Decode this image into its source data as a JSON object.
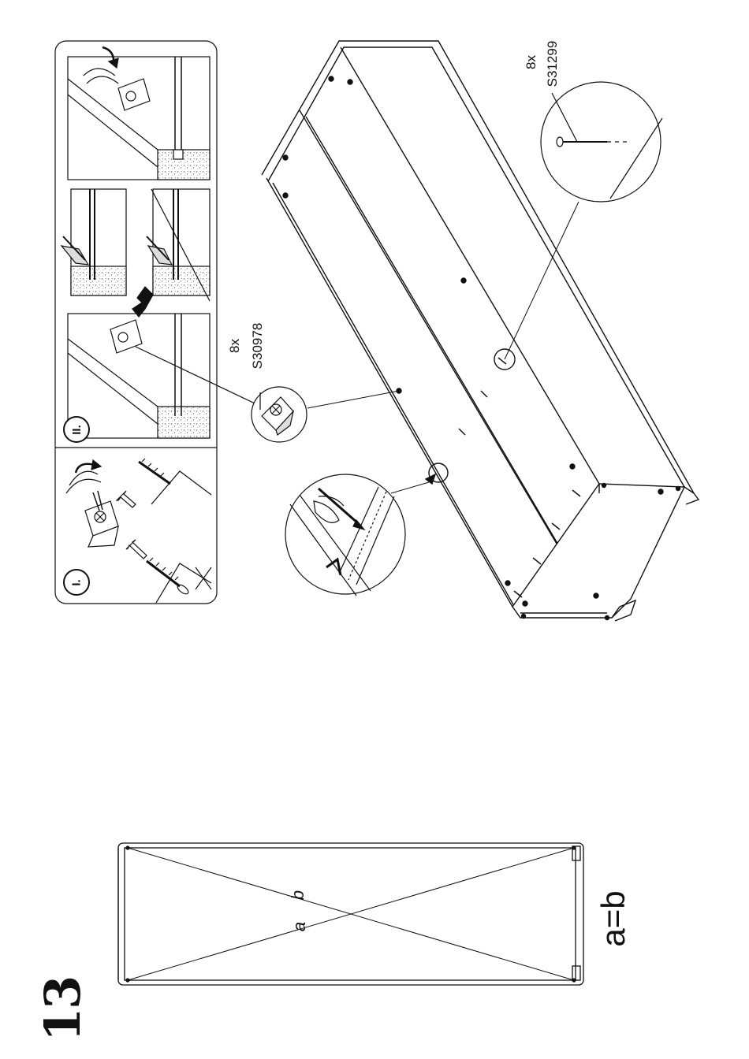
{
  "step": {
    "number": "13"
  },
  "insets": [
    {
      "label": "I."
    },
    {
      "label": "II."
    }
  ],
  "parts": [
    {
      "qty": "8x",
      "code": "S30978"
    },
    {
      "qty": "8x",
      "code": "S31299"
    }
  ],
  "diagonal_check": {
    "label_a": "a",
    "label_b": "b",
    "equation": "a=b"
  },
  "colors": {
    "line": "#111111",
    "background": "#ffffff",
    "texture": "#cfcfcf"
  },
  "icons": [
    "screwdriver-icon",
    "screw-icon",
    "connector-icon",
    "nail-icon",
    "pencil-icon",
    "rotate-arrow-icon",
    "arrow-icon"
  ]
}
